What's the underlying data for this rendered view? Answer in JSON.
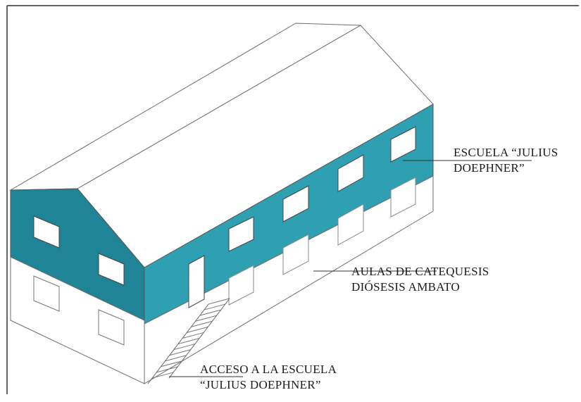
{
  "labels": {
    "school": {
      "line1": "ESCUELA “JULIUS",
      "line2": "DOEPHNER”"
    },
    "classrooms": {
      "line1": "AULAS DE CATEQUESIS",
      "line2": "DIÓSESIS AMBATO"
    },
    "access": {
      "line1": "ACCESO A LA ESCUELA",
      "line2": "“JULIUS DOEPHNER”"
    }
  },
  "colors": {
    "upper_floor_front": "#2f9fb2",
    "upper_floor_side": "#1f8496",
    "outline": "#6e6e6e",
    "window_fill": "#ffffff"
  }
}
